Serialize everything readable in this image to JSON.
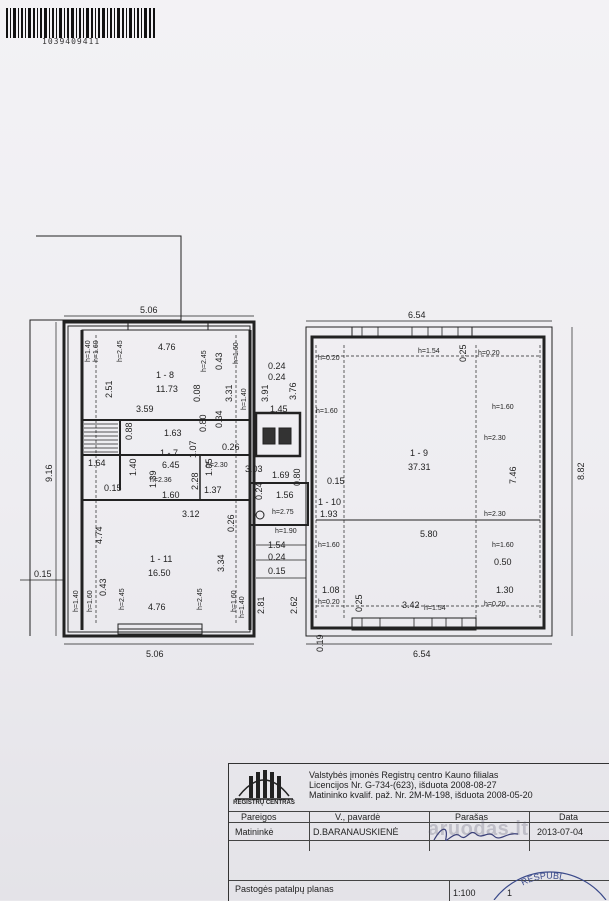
{
  "document": {
    "barcode_number": "1039409411"
  },
  "plan": {
    "dimensions": {
      "top_left_width": "5.06",
      "top_right_width": "6.54",
      "bottom_left_width": "5.06",
      "bottom_right_width": "6.54",
      "left_height": "9.16",
      "right_height": "8.82",
      "left_wall_offset": "0.15",
      "bottom_gap": "0.19",
      "stair_width_a": "0.24",
      "stair_width_b": "1.45",
      "stair_height_a": "3.91",
      "stair_height_b": "3.76",
      "lower_gap_a": "2.81",
      "lower_gap_b": "2.62",
      "small_154": "1.54",
      "small_024": "0.24",
      "small_015": "0.15",
      "mid_015": "0.15"
    },
    "rooms": {
      "r18": {
        "id": "1 - 8",
        "area": "11.73",
        "w_top": "4.76",
        "h_left": "2.51",
        "w_mid": "3.59",
        "d1": "0.08",
        "d2": "0.43",
        "d3": "3.31",
        "d4": "0.34",
        "d5": "0.80",
        "d6": "0.26",
        "h245a": "h=2.45",
        "h245b": "h=2.45",
        "h160a": "h=1.60",
        "h160b": "h=1.60",
        "h140a": "h=1.40",
        "h140b": "h=1.40"
      },
      "r17": {
        "id": "1 - 7",
        "area": "6.45",
        "w": "1.63",
        "h": "1.07",
        "a": "0.88",
        "b": "1.39",
        "c": "1.40",
        "d": "1.60",
        "e": "1.05",
        "f": "2.28",
        "g": "1.37",
        "h230": "h=2.30",
        "h236": "h=2.36"
      },
      "r110": {
        "id": "1 - 10",
        "area": "1.93",
        "a": "3.03",
        "b": "1.69",
        "c": "0.80",
        "d": "1.56",
        "e": "0.24",
        "h275": "h=2.75",
        "h190": "h=1.90"
      },
      "r19": {
        "id": "1 - 9",
        "area": "37.31",
        "w_mid": "5.80",
        "h_right": "7.46",
        "a": "0.24",
        "b": "0.25",
        "c": "0.25",
        "d": "1.08",
        "e": "3.42",
        "f": "1.30",
        "g": "0.50",
        "h020a": "h=0.20",
        "h020b": "h=0.20",
        "h020c": "h=0.20",
        "h020d": "h=0.20",
        "h154a": "h=1.54",
        "h154b": "h=1.54",
        "h160a": "h=1.60",
        "h160b": "h=1.60",
        "h160c": "h=1.60",
        "h160d": "h=1.60",
        "h230a": "h=2.30",
        "h230b": "h=2.30"
      },
      "r111": {
        "id": "1 - 11",
        "area": "16.50",
        "w_top": "1.64",
        "w_mid": "3.12",
        "w_bot": "4.76",
        "h_left": "4.74",
        "a": "0.15",
        "b": "0.43",
        "c": "0.26",
        "d": "3.34",
        "h245a": "h=2.45",
        "h245b": "h=2.45",
        "h160a": "h=1.60",
        "h160b": "h=1.60",
        "h140a": "h=1.40",
        "h140b": "h=1.40"
      }
    }
  },
  "title_block": {
    "org_line1": "Valstybės įmonės Registrų centro Kauno filialas",
    "org_line2": "Licencijos Nr. G-734-(623), išduota 2008-08-27",
    "org_line3": "Matininko kvalif. paž. Nr. 2M-M-198, išduota 2008-05-20",
    "logo_text": "REGISTRŲ CENTRAS",
    "col_pareigos": "Pareigos",
    "col_pavarde": "V., pavardė",
    "col_parasas": "Parašas",
    "col_data": "Data",
    "role": "Matininkė",
    "name": "D.BARANAUSKIENĖ",
    "date": "2013-07-04",
    "plan_name": "Pastogės patalpų  planas",
    "scale": "1:100",
    "sheet": "1",
    "stamp_text": "RESPUBL",
    "watermark": "aruodas.lt"
  }
}
